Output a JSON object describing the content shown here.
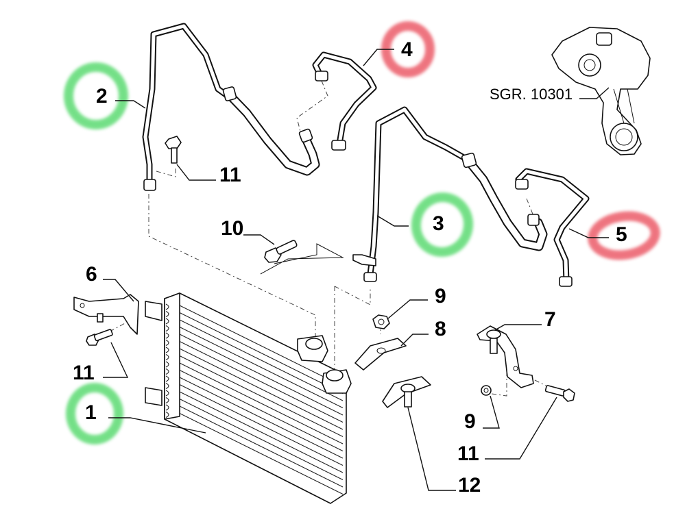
{
  "diagram": {
    "title": "Oil cooler and pipes exploded view",
    "reference": {
      "label": "SGR. 10301",
      "icon": "pump-assembly-icon"
    },
    "callouts": [
      {
        "id": "c1",
        "number": "1",
        "part": "oil-cooler",
        "highlight": "green"
      },
      {
        "id": "c2",
        "number": "2",
        "part": "pipe-left",
        "highlight": "green"
      },
      {
        "id": "c3",
        "number": "3",
        "part": "pipe-middle",
        "highlight": "green"
      },
      {
        "id": "c4",
        "number": "4",
        "part": "hose-upper",
        "highlight": "red"
      },
      {
        "id": "c5",
        "number": "5",
        "part": "hose-right",
        "highlight": "red"
      },
      {
        "id": "c6",
        "number": "6",
        "part": "bracket-left",
        "highlight": "none"
      },
      {
        "id": "c7",
        "number": "7",
        "part": "bracket-right",
        "highlight": "none"
      },
      {
        "id": "c8",
        "number": "8",
        "part": "clamp-plate",
        "highlight": "none"
      },
      {
        "id": "c9a",
        "number": "9",
        "part": "nut-upper",
        "highlight": "none"
      },
      {
        "id": "c9b",
        "number": "9",
        "part": "nut-lower",
        "highlight": "none"
      },
      {
        "id": "c10",
        "number": "10",
        "part": "bolt-flanged",
        "highlight": "none"
      },
      {
        "id": "c11a",
        "number": "11",
        "part": "bolt-upper",
        "highlight": "none"
      },
      {
        "id": "c11b",
        "number": "11",
        "part": "bolt-left",
        "highlight": "none"
      },
      {
        "id": "c11c",
        "number": "11",
        "part": "bolt-right",
        "highlight": "none"
      },
      {
        "id": "c12",
        "number": "12",
        "part": "stud-clamp",
        "highlight": "none"
      }
    ],
    "colors": {
      "green_highlight": "#3fd45a",
      "red_highlight": "#e8414f",
      "line": "#111111",
      "background": "#ffffff"
    }
  }
}
